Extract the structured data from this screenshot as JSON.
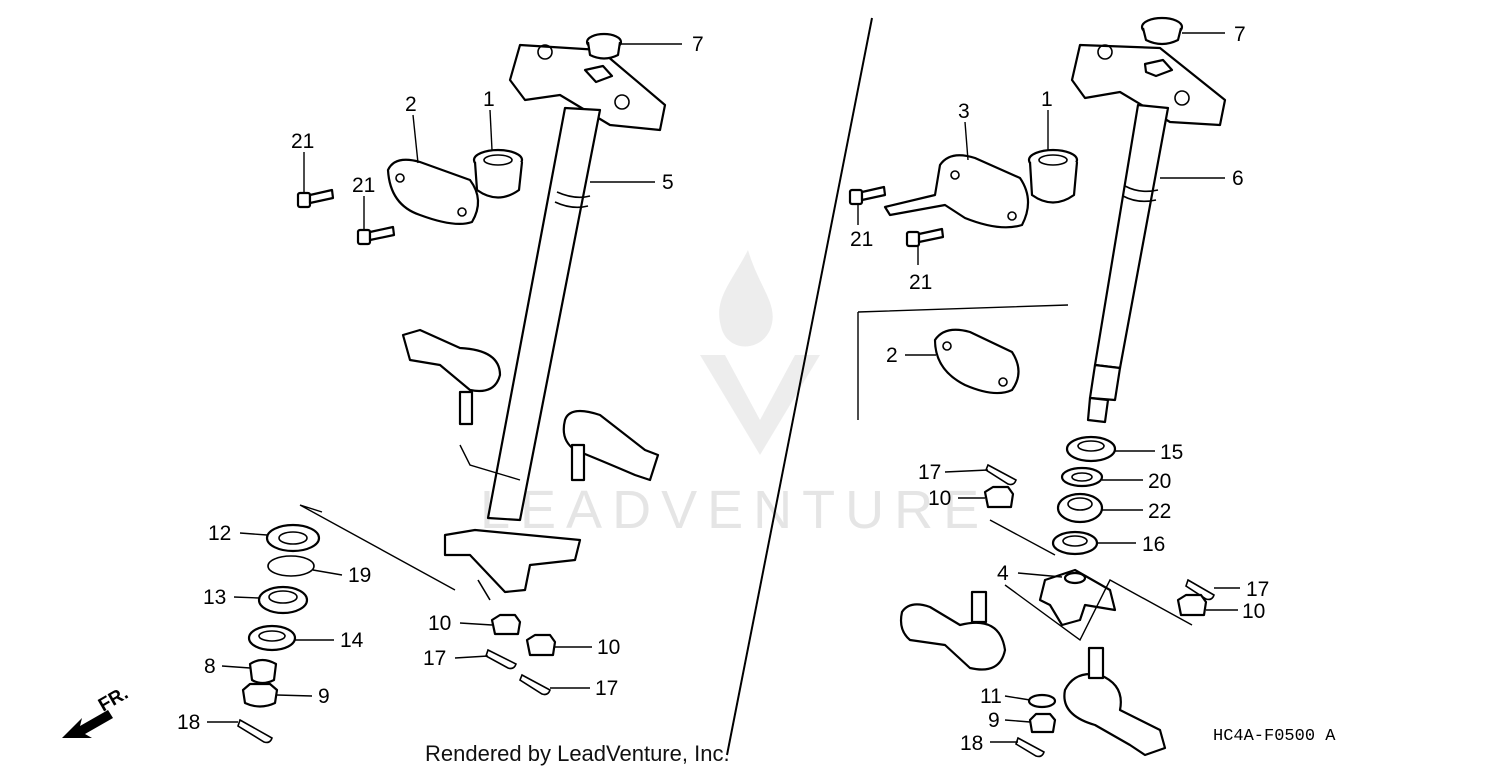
{
  "diagram_code": "HC4A-F0500 A",
  "footer_text": "Rendered by LeadVenture, Inc.",
  "watermark_text": "LEADVENTURE",
  "direction_label": "FR.",
  "callouts_left": {
    "c7": "7",
    "c1": "1",
    "c2": "2",
    "c5": "5",
    "c21a": "21",
    "c21b": "21",
    "c12": "12",
    "c19": "19",
    "c13": "13",
    "c14": "14",
    "c8": "8",
    "c9": "9",
    "c18": "18",
    "c10a": "10",
    "c10b": "10",
    "c17a": "17",
    "c17b": "17"
  },
  "callouts_right": {
    "c7": "7",
    "c1": "1",
    "c3": "3",
    "c6": "6",
    "c21a": "21",
    "c21b": "21",
    "c2": "2",
    "c15": "15",
    "c17a": "17",
    "c20": "20",
    "c10a": "10",
    "c22": "22",
    "c16": "16",
    "c4": "4",
    "c17b": "17",
    "c10b": "10",
    "c11": "11",
    "c9": "9",
    "c18": "18"
  },
  "colors": {
    "line": "#000000",
    "watermark": "#e3e3e3"
  }
}
